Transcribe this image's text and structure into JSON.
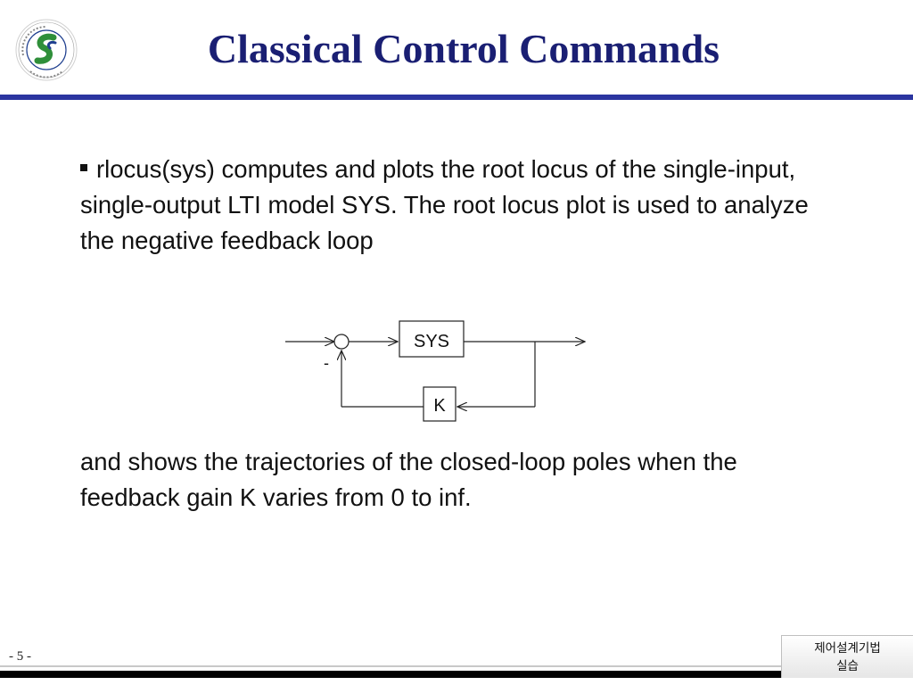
{
  "header": {
    "title": "Classical Control Commands",
    "logo_text": "SUNG KYUN KWAN UNIVERSITY",
    "logo_subtext": "성균관대학교",
    "colors": {
      "title": "#1a1f73",
      "bar": "#2b35a0",
      "logo_green": "#2f8f3a",
      "logo_blue": "#1f3f8f"
    }
  },
  "body": {
    "paragraph1": "rlocus(sys) computes and plots the root locus of the single-input, single-output LTI model SYS. The root locus plot is used to analyze the negative feedback loop",
    "paragraph2": "and shows the trajectories of the closed-loop poles when the feedback gain K varies from 0 to inf."
  },
  "diagram": {
    "plant_label": "SYS",
    "feedback_label": "K",
    "sign_label": "-"
  },
  "footer": {
    "page_number": "- 5 -",
    "course_line1": "제어설계기법",
    "course_line2": "실습"
  }
}
